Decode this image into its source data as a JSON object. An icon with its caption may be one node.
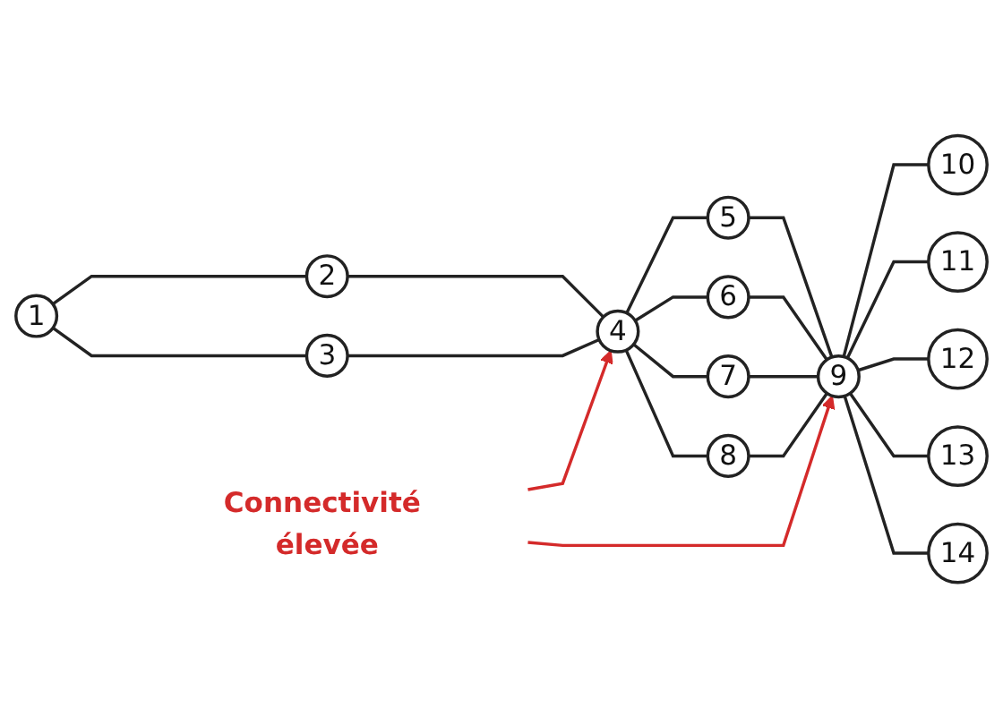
{
  "diagram": {
    "nodes": [
      {
        "text": [
          "1"
        ]
      },
      {
        "text": [
          "2"
        ]
      },
      {
        "text": [
          "3"
        ]
      },
      {
        "text": [
          "4"
        ]
      },
      {
        "text": [
          "5"
        ]
      },
      {
        "text": [
          "6"
        ]
      },
      {
        "text": [
          "7"
        ]
      },
      {
        "text": [
          "8"
        ]
      },
      {
        "text": [
          "9"
        ]
      },
      {
        "text": [
          "10"
        ]
      },
      {
        "text": [
          "11"
        ]
      },
      {
        "text": [
          "12"
        ]
      },
      {
        "text": [
          "13"
        ]
      },
      {
        "text": [
          "14"
        ]
      },
      {
        "text": [
          "Connectivité élevée"
        ]
      }
    ],
    "edges": [
      {
        "from": 0,
        "to": 1,
        "arrow": "none"
      },
      {
        "from": 0,
        "to": 2,
        "arrow": "none"
      },
      {
        "from": 1,
        "to": 3,
        "arrow": "none"
      },
      {
        "from": 2,
        "to": 3,
        "arrow": "none"
      },
      {
        "from": 3,
        "to": 4,
        "arrow": "none"
      },
      {
        "from": 3,
        "to": 5,
        "arrow": "none"
      },
      {
        "from": 3,
        "to": 6,
        "arrow": "none"
      },
      {
        "from": 3,
        "to": 7,
        "arrow": "none"
      },
      {
        "from": 4,
        "to": 8,
        "arrow": "none"
      },
      {
        "from": 5,
        "to": 8,
        "arrow": "none"
      },
      {
        "from": 6,
        "to": 8,
        "arrow": "none"
      },
      {
        "from": 7,
        "to": 8,
        "arrow": "none"
      },
      {
        "from": 8,
        "to": 9,
        "arrow": "none"
      },
      {
        "from": 8,
        "to": 10,
        "arrow": "none"
      },
      {
        "from": 8,
        "to": 11,
        "arrow": "none"
      },
      {
        "from": 8,
        "to": 12,
        "arrow": "none"
      },
      {
        "from": 8,
        "to": 13,
        "arrow": "none"
      },
      {
        "from": 14,
        "to": 3,
        "arrow": "to",
        "color": "#d42a2a"
      },
      {
        "from": 14,
        "to": 8,
        "arrow": "to",
        "color": "#d42a2a"
      }
    ]
  }
}
